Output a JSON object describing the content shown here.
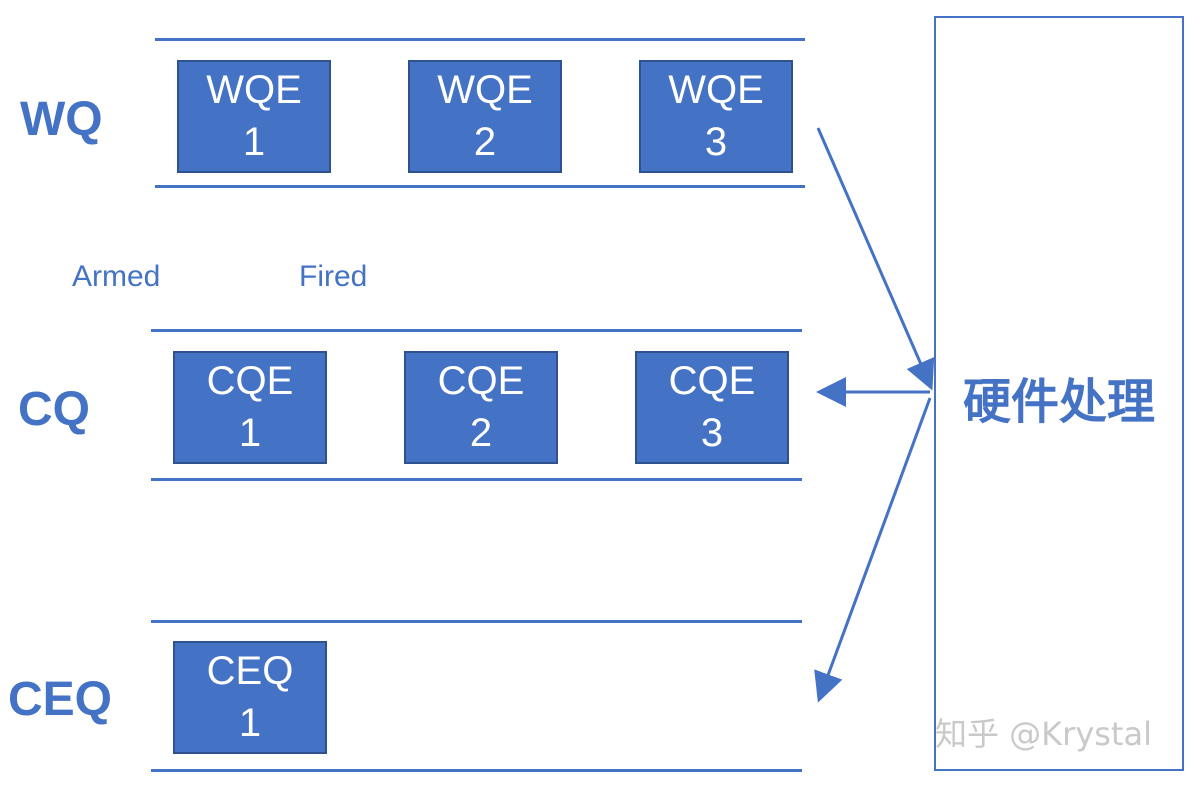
{
  "rows": {
    "wq": {
      "label": "WQ",
      "items": [
        [
          "WQE",
          "1"
        ],
        [
          "WQE",
          "2"
        ],
        [
          "WQE",
          "3"
        ]
      ]
    },
    "cq": {
      "label": "CQ",
      "items": [
        [
          "CQE",
          "1"
        ],
        [
          "CQE",
          "2"
        ],
        [
          "CQE",
          "3"
        ]
      ]
    },
    "ceq": {
      "label": "CEQ",
      "items": [
        [
          "CEQ",
          "1"
        ]
      ]
    }
  },
  "states": {
    "armed": "Armed",
    "fired": "Fired"
  },
  "hardware": {
    "label": "硬件处理"
  },
  "watermark": "知乎 @Krystal",
  "colors": {
    "accent": "#4472C4",
    "box_border": "#2F528F",
    "text_on_box": "#FFFFFF"
  }
}
